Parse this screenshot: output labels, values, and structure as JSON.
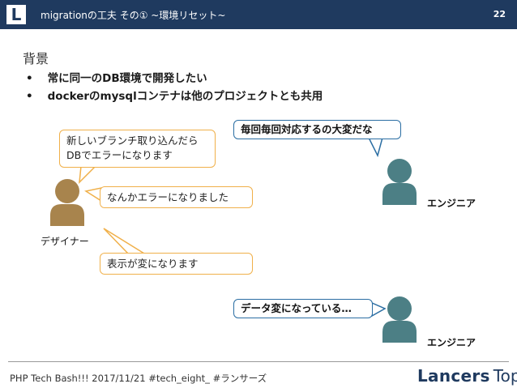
{
  "header": {
    "logo_letter": "L",
    "title": "migrationの工夫 その① ~環境リセット~",
    "page_number": "22"
  },
  "section_title": "背景",
  "bullets": [
    "常に同一のDB環境で開発したい",
    "dockerのmysqlコンテナは他のプロジェクトとも共用"
  ],
  "designer": {
    "label": "デザイナー",
    "bubbles": [
      "新しいブランチ取り込んだら\nDBでエラーになります",
      "なんかエラーになりました",
      "表示が変になります"
    ]
  },
  "engineer_top": {
    "label": "エンジニア",
    "bubble": "毎回毎回対応するの大変だな"
  },
  "engineer_bottom": {
    "label": "エンジニア",
    "bubble": "データ変になっている…"
  },
  "footer": {
    "text": "PHP Tech Bash!!! 2017/11/21 #tech_eight_ #ランサーズ",
    "brand_name": "Lancers",
    "brand_suffix": "Top"
  },
  "colors": {
    "header_bg": "#1f3a5f",
    "designer_person": "#a8844d",
    "engineer_person": "#4c7f85",
    "designer_bubble_border": "#f0b04a",
    "engineer_bubble_border": "#2b6ea3"
  }
}
